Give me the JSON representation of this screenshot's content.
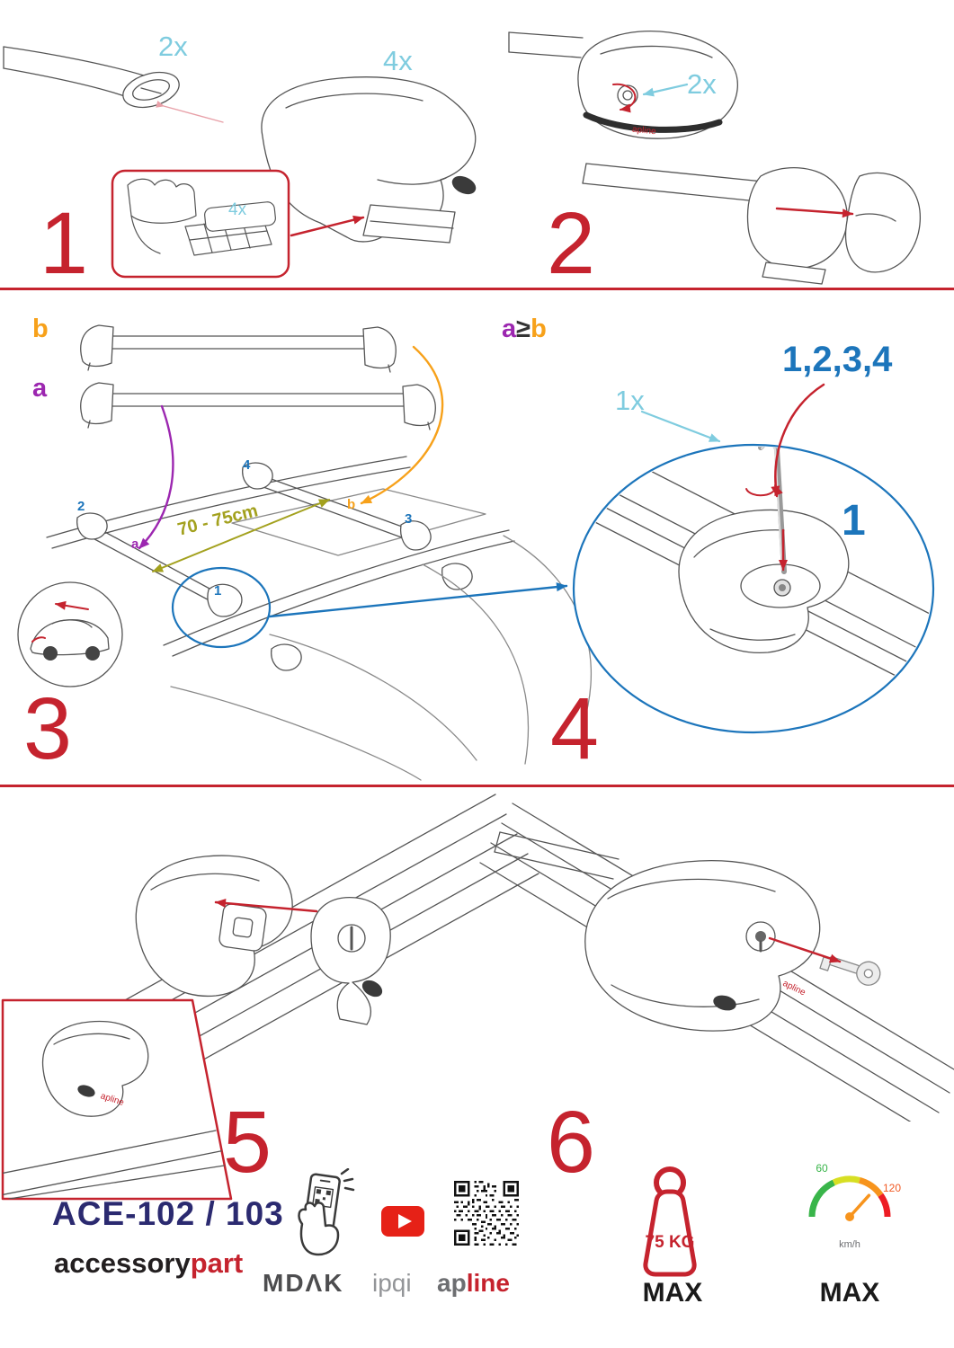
{
  "steps": {
    "one": {
      "number": "1",
      "bar_qty": "2x",
      "foot_qty": "4x",
      "pad_qty": "4x"
    },
    "two": {
      "number": "2",
      "bolt_qty": "2x"
    },
    "three": {
      "number": "3",
      "bar_b_label": "b",
      "bar_a_label": "a",
      "roof_pos_1": "1",
      "roof_pos_2": "2",
      "roof_pos_3": "3",
      "roof_pos_4": "4",
      "roof_bar_a": "a",
      "roof_bar_b": "b",
      "span_text": "70 - 75cm"
    },
    "four": {
      "number": "4",
      "formula_a": "a",
      "formula_ge": "≥",
      "formula_b": "b",
      "order_text": "1,2,3,4",
      "key_qty": "1x",
      "position_label": "1"
    },
    "five": {
      "number": "5"
    },
    "six": {
      "number": "6"
    }
  },
  "illustrations": {
    "foot_logo": "apline"
  },
  "footer": {
    "model": "ACE-102 / 103",
    "brand_accessory": "accessory",
    "brand_part": "part",
    "logo_mdak": "MDΛK",
    "logo_ipqi": "ipqi",
    "logo_ap": "ap",
    "logo_line": "line",
    "weight_value": "75 KG",
    "weight_max": "MAX",
    "speed_low": "60",
    "speed_high": "120",
    "speed_unit": "km/h",
    "speed_max": "MAX"
  },
  "colors": {
    "red": "#c5232e",
    "cyan": "#7fccdf",
    "blue": "#1c75bb",
    "purple": "#9c27b0",
    "orange": "#f7a11a",
    "olive": "#a3a11e",
    "navy": "#2b2a70",
    "gray": "#6d6e71"
  }
}
